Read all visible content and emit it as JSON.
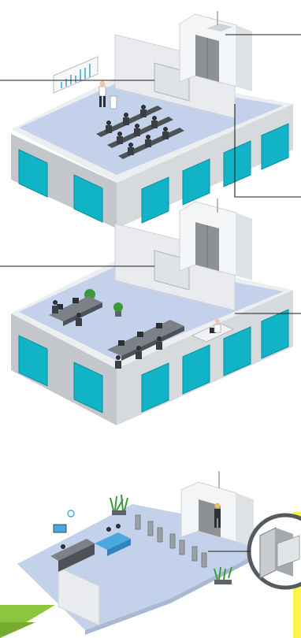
{
  "colors": {
    "wall_front": "#d7dadd",
    "wall_side": "#c3c7cb",
    "wall_top": "#eceef0",
    "floor": "#c3d2ea",
    "window": "#11b3c7",
    "window_frame": "#0d8f9f",
    "parapet": "#b7bcc1",
    "partition": "#e9ebee",
    "elevator_tower": "#f4f5f6",
    "elevator_door": "#8e9194",
    "callout_line": "#1c1c1c",
    "accent_green": "#8cc63f",
    "accent_yellow": "#fff34a",
    "screen_blue": "#4aa8e0",
    "furniture_dark": "#4d5257"
  },
  "scene": {
    "floors": [
      {
        "name": "conference-floor",
        "furniture": "presentation-podium-and-audience-rows",
        "icons": [
          "whiteboard-chart-icon",
          "elevator-icon"
        ]
      },
      {
        "name": "office-floor",
        "furniture": "desk-clusters-with-workers",
        "icons": [
          "potted-plant-icon",
          "elevator-icon"
        ]
      },
      {
        "name": "lobby-floor",
        "furniture": "reception-desk-turnstiles-lounge",
        "icons": [
          "turnstile-icon",
          "potted-plant-icon",
          "clock-icon"
        ]
      }
    ],
    "zoom_inset": "turnstile-gate-closeup-icon"
  }
}
